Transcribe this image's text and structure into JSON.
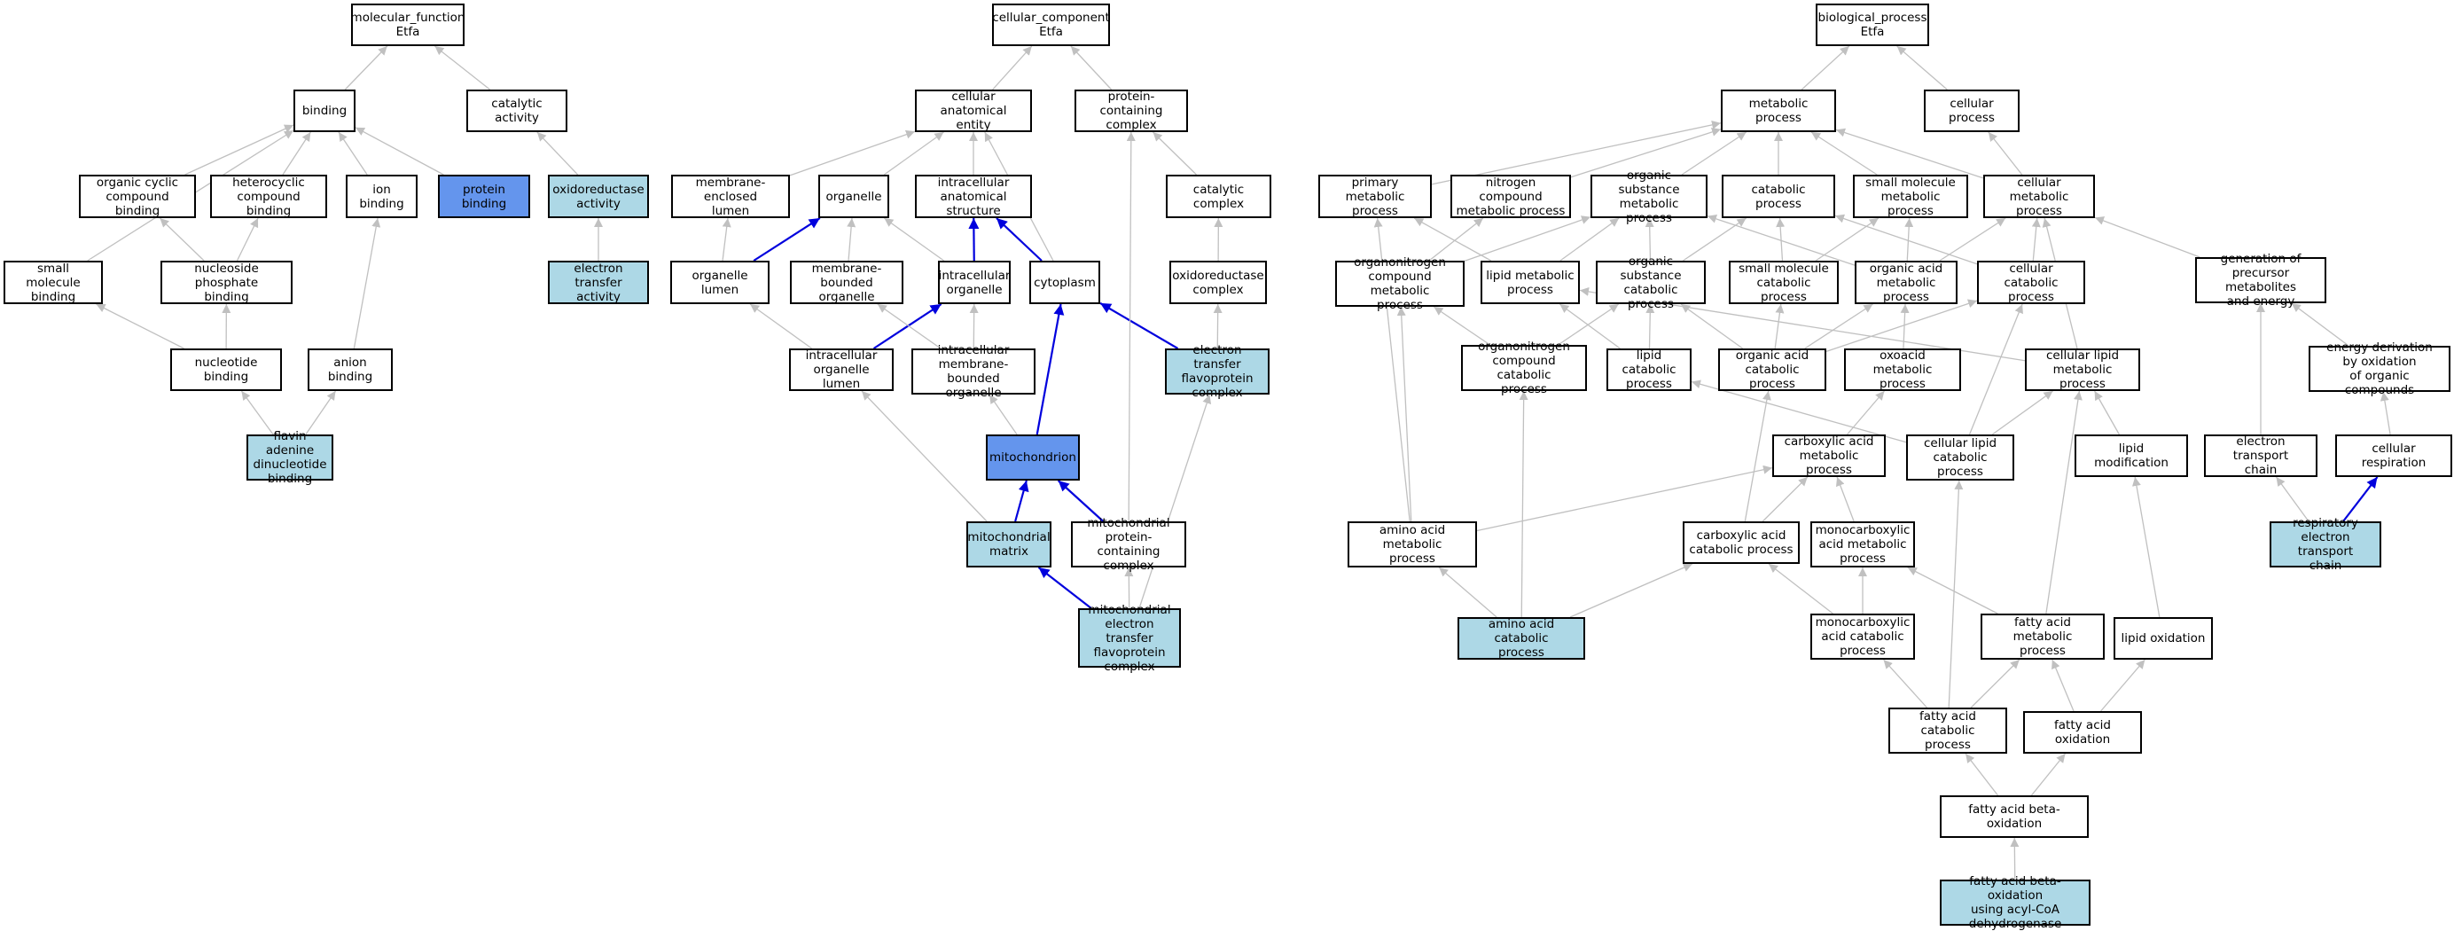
{
  "colors": {
    "node_fill": "#ffffff",
    "annotated_fill": "#add8e6",
    "direct_fill": "#6495ed",
    "edge_default": "#c0c0c0",
    "edge_highlight": "#0000dd",
    "border": "#000000"
  },
  "nodes": {
    "mf_root": "molecular_function\nEtfa",
    "binding": "binding",
    "catalytic_activity": "catalytic activity",
    "organic_cyclic": "organic cyclic\ncompound binding",
    "heterocyclic": "heterocyclic\ncompound binding",
    "ion_binding": "ion binding",
    "protein_binding": "protein binding",
    "oxidoreductase_activity": "oxidoreductase\nactivity",
    "small_molecule_binding": "small molecule\nbinding",
    "nucleoside_phosphate": "nucleoside phosphate\nbinding",
    "electron_transfer_activity": "electron transfer\nactivity",
    "nucleotide_binding": "nucleotide binding",
    "anion_binding": "anion binding",
    "fad_binding": "flavin adenine\ndinucleotide\nbinding",
    "cc_root": "cellular_component\nEtfa",
    "cellular_anatomical_entity": "cellular anatomical\nentity",
    "protein_containing_complex": "protein-containing\ncomplex",
    "membrane_enclosed_lumen": "membrane-enclosed\nlumen",
    "organelle": "organelle",
    "intracellular_anatomical_structure": "intracellular\nanatomical structure",
    "catalytic_complex": "catalytic complex",
    "organelle_lumen": "organelle lumen",
    "membrane_bounded_organelle": "membrane-bounded\norganelle",
    "intracellular_organelle": "intracellular\norganelle",
    "cytoplasm": "cytoplasm",
    "oxidoreductase_complex": "oxidoreductase\ncomplex",
    "intracellular_organelle_lumen": "intracellular\norganelle lumen",
    "intracellular_mb_organelle": "intracellular\nmembrane-bounded\norganelle",
    "etf_complex": "electron transfer\nflavoprotein\ncomplex",
    "mitochondrion": "mitochondrion",
    "mitochondrial_matrix": "mitochondrial\nmatrix",
    "mito_protein_complex": "mitochondrial\nprotein-containing\ncomplex",
    "mito_etf_complex": "mitochondrial\nelectron transfer\nflavoprotein\ncomplex",
    "bp_root": "biological_process\nEtfa",
    "metabolic_process": "metabolic process",
    "cellular_process": "cellular process",
    "primary_metabolic": "primary metabolic\nprocess",
    "nitrogen_compound_metabolic": "nitrogen compound\nmetabolic process",
    "organic_substance_metabolic": "organic substance\nmetabolic process",
    "catabolic_process": "catabolic process",
    "small_molecule_metabolic": "small molecule\nmetabolic process",
    "cellular_metabolic": "cellular metabolic\nprocess",
    "organonitrogen_metabolic": "organonitrogen\ncompound metabolic\nprocess",
    "lipid_metabolic": "lipid metabolic\nprocess",
    "organic_substance_catabolic": "organic substance\ncatabolic process",
    "small_molecule_catabolic": "small molecule\ncatabolic process",
    "organic_acid_metabolic": "organic acid\nmetabolic process",
    "cellular_catabolic": "cellular catabolic\nprocess",
    "generation_precursor": "generation of\nprecursor metabolites\nand energy",
    "organonitrogen_catabolic": "organonitrogen\ncompound catabolic\nprocess",
    "lipid_catabolic": "lipid catabolic\nprocess",
    "organic_acid_catabolic": "organic acid\ncatabolic process",
    "oxoacid_metabolic": "oxoacid metabolic\nprocess",
    "cellular_lipid_metabolic": "cellular lipid\nmetabolic process",
    "energy_derivation": "energy derivation\nby oxidation\nof organic compounds",
    "carboxylic_acid_metabolic": "carboxylic acid\nmetabolic process",
    "cellular_lipid_catabolic": "cellular lipid\ncatabolic process",
    "lipid_modification": "lipid modification",
    "electron_transport_chain": "electron transport\nchain",
    "cellular_respiration": "cellular respiration",
    "amino_acid_metabolic": "amino acid metabolic\nprocess",
    "carboxylic_acid_catabolic": "carboxylic acid\ncatabolic process",
    "monocarboxylic_metabolic": "monocarboxylic\nacid metabolic\nprocess",
    "respiratory_etc": "respiratory\nelectron transport\nchain",
    "amino_acid_catabolic": "amino acid catabolic\nprocess",
    "monocarboxylic_catabolic": "monocarboxylic\nacid catabolic\nprocess",
    "fatty_acid_metabolic": "fatty acid metabolic\nprocess",
    "lipid_oxidation": "lipid oxidation",
    "fatty_acid_catabolic": "fatty acid catabolic\nprocess",
    "fatty_acid_oxidation": "fatty acid oxidation",
    "fatty_acid_beta_oxidation": "fatty acid beta-oxidation",
    "fatty_acid_beta_oxidation_acyl": "fatty acid beta-oxidation\nusing acyl-CoA\ndehydrogenase"
  },
  "node_styles": {
    "protein_binding": "direct",
    "mitochondrion": "direct",
    "oxidoreductase_activity": "annotated",
    "electron_transfer_activity": "annotated",
    "fad_binding": "annotated",
    "etf_complex": "annotated",
    "mitochondrial_matrix": "annotated",
    "mito_etf_complex": "annotated",
    "amino_acid_catabolic": "annotated",
    "respiratory_etc": "annotated",
    "fatty_acid_beta_oxidation_acyl": "annotated"
  },
  "edges": [
    [
      "binding",
      "mf_root",
      "default"
    ],
    [
      "catalytic_activity",
      "mf_root",
      "default"
    ],
    [
      "organic_cyclic",
      "binding",
      "default"
    ],
    [
      "heterocyclic",
      "binding",
      "default"
    ],
    [
      "ion_binding",
      "binding",
      "default"
    ],
    [
      "protein_binding",
      "binding",
      "default"
    ],
    [
      "small_molecule_binding",
      "binding",
      "default"
    ],
    [
      "oxidoreductase_activity",
      "catalytic_activity",
      "default"
    ],
    [
      "electron_transfer_activity",
      "oxidoreductase_activity",
      "default"
    ],
    [
      "nucleoside_phosphate",
      "organic_cyclic",
      "default"
    ],
    [
      "nucleoside_phosphate",
      "heterocyclic",
      "default"
    ],
    [
      "nucleotide_binding",
      "small_molecule_binding",
      "default"
    ],
    [
      "nucleotide_binding",
      "nucleoside_phosphate",
      "default"
    ],
    [
      "anion_binding",
      "ion_binding",
      "default"
    ],
    [
      "fad_binding",
      "nucleotide_binding",
      "default"
    ],
    [
      "fad_binding",
      "anion_binding",
      "default"
    ],
    [
      "cellular_anatomical_entity",
      "cc_root",
      "default"
    ],
    [
      "protein_containing_complex",
      "cc_root",
      "default"
    ],
    [
      "membrane_enclosed_lumen",
      "cellular_anatomical_entity",
      "default"
    ],
    [
      "organelle",
      "cellular_anatomical_entity",
      "default"
    ],
    [
      "intracellular_anatomical_structure",
      "cellular_anatomical_entity",
      "default"
    ],
    [
      "cytoplasm",
      "cellular_anatomical_entity",
      "default"
    ],
    [
      "catalytic_complex",
      "protein_containing_complex",
      "default"
    ],
    [
      "organelle_lumen",
      "membrane_enclosed_lumen",
      "default"
    ],
    [
      "organelle_lumen",
      "organelle",
      "highlight"
    ],
    [
      "membrane_bounded_organelle",
      "organelle",
      "default"
    ],
    [
      "intracellular_organelle",
      "organelle",
      "default"
    ],
    [
      "intracellular_organelle",
      "intracellular_anatomical_structure",
      "highlight"
    ],
    [
      "cytoplasm",
      "intracellular_anatomical_structure",
      "highlight"
    ],
    [
      "oxidoreductase_complex",
      "catalytic_complex",
      "default"
    ],
    [
      "intracellular_organelle_lumen",
      "organelle_lumen",
      "default"
    ],
    [
      "intracellular_organelle_lumen",
      "intracellular_organelle",
      "highlight"
    ],
    [
      "intracellular_mb_organelle",
      "membrane_bounded_organelle",
      "default"
    ],
    [
      "intracellular_mb_organelle",
      "intracellular_organelle",
      "default"
    ],
    [
      "etf_complex",
      "oxidoreductase_complex",
      "default"
    ],
    [
      "etf_complex",
      "cytoplasm",
      "highlight"
    ],
    [
      "mitochondrion",
      "intracellular_mb_organelle",
      "default"
    ],
    [
      "mitochondrion",
      "cytoplasm",
      "highlight"
    ],
    [
      "mitochondrial_matrix",
      "intracellular_organelle_lumen",
      "default"
    ],
    [
      "mitochondrial_matrix",
      "mitochondrion",
      "highlight"
    ],
    [
      "mito_protein_complex",
      "protein_containing_complex",
      "default"
    ],
    [
      "mito_protein_complex",
      "mitochondrion",
      "highlight"
    ],
    [
      "mito_etf_complex",
      "mitochondrial_matrix",
      "highlight"
    ],
    [
      "mito_etf_complex",
      "mito_protein_complex",
      "default"
    ],
    [
      "mito_etf_complex",
      "etf_complex",
      "default"
    ],
    [
      "metabolic_process",
      "bp_root",
      "default"
    ],
    [
      "cellular_process",
      "bp_root",
      "default"
    ],
    [
      "primary_metabolic",
      "metabolic_process",
      "default"
    ],
    [
      "nitrogen_compound_metabolic",
      "metabolic_process",
      "default"
    ],
    [
      "organic_substance_metabolic",
      "metabolic_process",
      "default"
    ],
    [
      "catabolic_process",
      "metabolic_process",
      "default"
    ],
    [
      "small_molecule_metabolic",
      "metabolic_process",
      "default"
    ],
    [
      "cellular_metabolic",
      "metabolic_process",
      "default"
    ],
    [
      "cellular_metabolic",
      "cellular_process",
      "default"
    ],
    [
      "generation_precursor",
      "cellular_metabolic",
      "default"
    ],
    [
      "organonitrogen_metabolic",
      "nitrogen_compound_metabolic",
      "default"
    ],
    [
      "organonitrogen_metabolic",
      "organic_substance_metabolic",
      "default"
    ],
    [
      "lipid_metabolic",
      "primary_metabolic",
      "default"
    ],
    [
      "lipid_metabolic",
      "organic_substance_metabolic",
      "default"
    ],
    [
      "organic_substance_catabolic",
      "organic_substance_metabolic",
      "default"
    ],
    [
      "organic_substance_catabolic",
      "catabolic_process",
      "default"
    ],
    [
      "small_molecule_catabolic",
      "catabolic_process",
      "default"
    ],
    [
      "small_molecule_catabolic",
      "small_molecule_metabolic",
      "default"
    ],
    [
      "organic_acid_metabolic",
      "organic_substance_metabolic",
      "default"
    ],
    [
      "organic_acid_metabolic",
      "small_molecule_metabolic",
      "default"
    ],
    [
      "organic_acid_metabolic",
      "cellular_metabolic",
      "default"
    ],
    [
      "cellular_catabolic",
      "catabolic_process",
      "default"
    ],
    [
      "cellular_catabolic",
      "cellular_metabolic",
      "default"
    ],
    [
      "organonitrogen_catabolic",
      "organonitrogen_metabolic",
      "default"
    ],
    [
      "organonitrogen_catabolic",
      "organic_substance_catabolic",
      "default"
    ],
    [
      "lipid_catabolic",
      "lipid_metabolic",
      "default"
    ],
    [
      "lipid_catabolic",
      "organic_substance_catabolic",
      "default"
    ],
    [
      "organic_acid_catabolic",
      "organic_substance_catabolic",
      "default"
    ],
    [
      "organic_acid_catabolic",
      "small_molecule_catabolic",
      "default"
    ],
    [
      "organic_acid_catabolic",
      "organic_acid_metabolic",
      "default"
    ],
    [
      "organic_acid_catabolic",
      "cellular_catabolic",
      "default"
    ],
    [
      "oxoacid_metabolic",
      "organic_acid_metabolic",
      "default"
    ],
    [
      "cellular_lipid_metabolic",
      "lipid_metabolic",
      "default"
    ],
    [
      "cellular_lipid_metabolic",
      "cellular_metabolic",
      "default"
    ],
    [
      "energy_derivation",
      "generation_precursor",
      "default"
    ],
    [
      "carboxylic_acid_metabolic",
      "oxoacid_metabolic",
      "default"
    ],
    [
      "cellular_lipid_catabolic",
      "lipid_catabolic",
      "default"
    ],
    [
      "cellular_lipid_catabolic",
      "cellular_catabolic",
      "default"
    ],
    [
      "cellular_lipid_catabolic",
      "cellular_lipid_metabolic",
      "default"
    ],
    [
      "lipid_modification",
      "cellular_lipid_metabolic",
      "default"
    ],
    [
      "electron_transport_chain",
      "generation_precursor",
      "default"
    ],
    [
      "cellular_respiration",
      "energy_derivation",
      "default"
    ],
    [
      "amino_acid_metabolic",
      "primary_metabolic",
      "default"
    ],
    [
      "amino_acid_metabolic",
      "organonitrogen_metabolic",
      "default"
    ],
    [
      "amino_acid_metabolic",
      "carboxylic_acid_metabolic",
      "default"
    ],
    [
      "carboxylic_acid_catabolic",
      "organic_acid_catabolic",
      "default"
    ],
    [
      "carboxylic_acid_catabolic",
      "carboxylic_acid_metabolic",
      "default"
    ],
    [
      "monocarboxylic_metabolic",
      "carboxylic_acid_metabolic",
      "default"
    ],
    [
      "respiratory_etc",
      "electron_transport_chain",
      "default"
    ],
    [
      "respiratory_etc",
      "cellular_respiration",
      "highlight"
    ],
    [
      "amino_acid_catabolic",
      "organonitrogen_catabolic",
      "default"
    ],
    [
      "amino_acid_catabolic",
      "amino_acid_metabolic",
      "default"
    ],
    [
      "amino_acid_catabolic",
      "carboxylic_acid_catabolic",
      "default"
    ],
    [
      "monocarboxylic_catabolic",
      "carboxylic_acid_catabolic",
      "default"
    ],
    [
      "monocarboxylic_catabolic",
      "monocarboxylic_metabolic",
      "default"
    ],
    [
      "fatty_acid_metabolic",
      "monocarboxylic_metabolic",
      "default"
    ],
    [
      "fatty_acid_metabolic",
      "cellular_lipid_metabolic",
      "default"
    ],
    [
      "lipid_oxidation",
      "lipid_modification",
      "default"
    ],
    [
      "fatty_acid_catabolic",
      "cellular_lipid_catabolic",
      "default"
    ],
    [
      "fatty_acid_catabolic",
      "monocarboxylic_catabolic",
      "default"
    ],
    [
      "fatty_acid_catabolic",
      "fatty_acid_metabolic",
      "default"
    ],
    [
      "fatty_acid_oxidation",
      "fatty_acid_metabolic",
      "default"
    ],
    [
      "fatty_acid_oxidation",
      "lipid_oxidation",
      "default"
    ],
    [
      "fatty_acid_beta_oxidation",
      "fatty_acid_catabolic",
      "default"
    ],
    [
      "fatty_acid_beta_oxidation",
      "fatty_acid_oxidation",
      "default"
    ],
    [
      "fatty_acid_beta_oxidation_acyl",
      "fatty_acid_beta_oxidation",
      "default"
    ]
  ]
}
